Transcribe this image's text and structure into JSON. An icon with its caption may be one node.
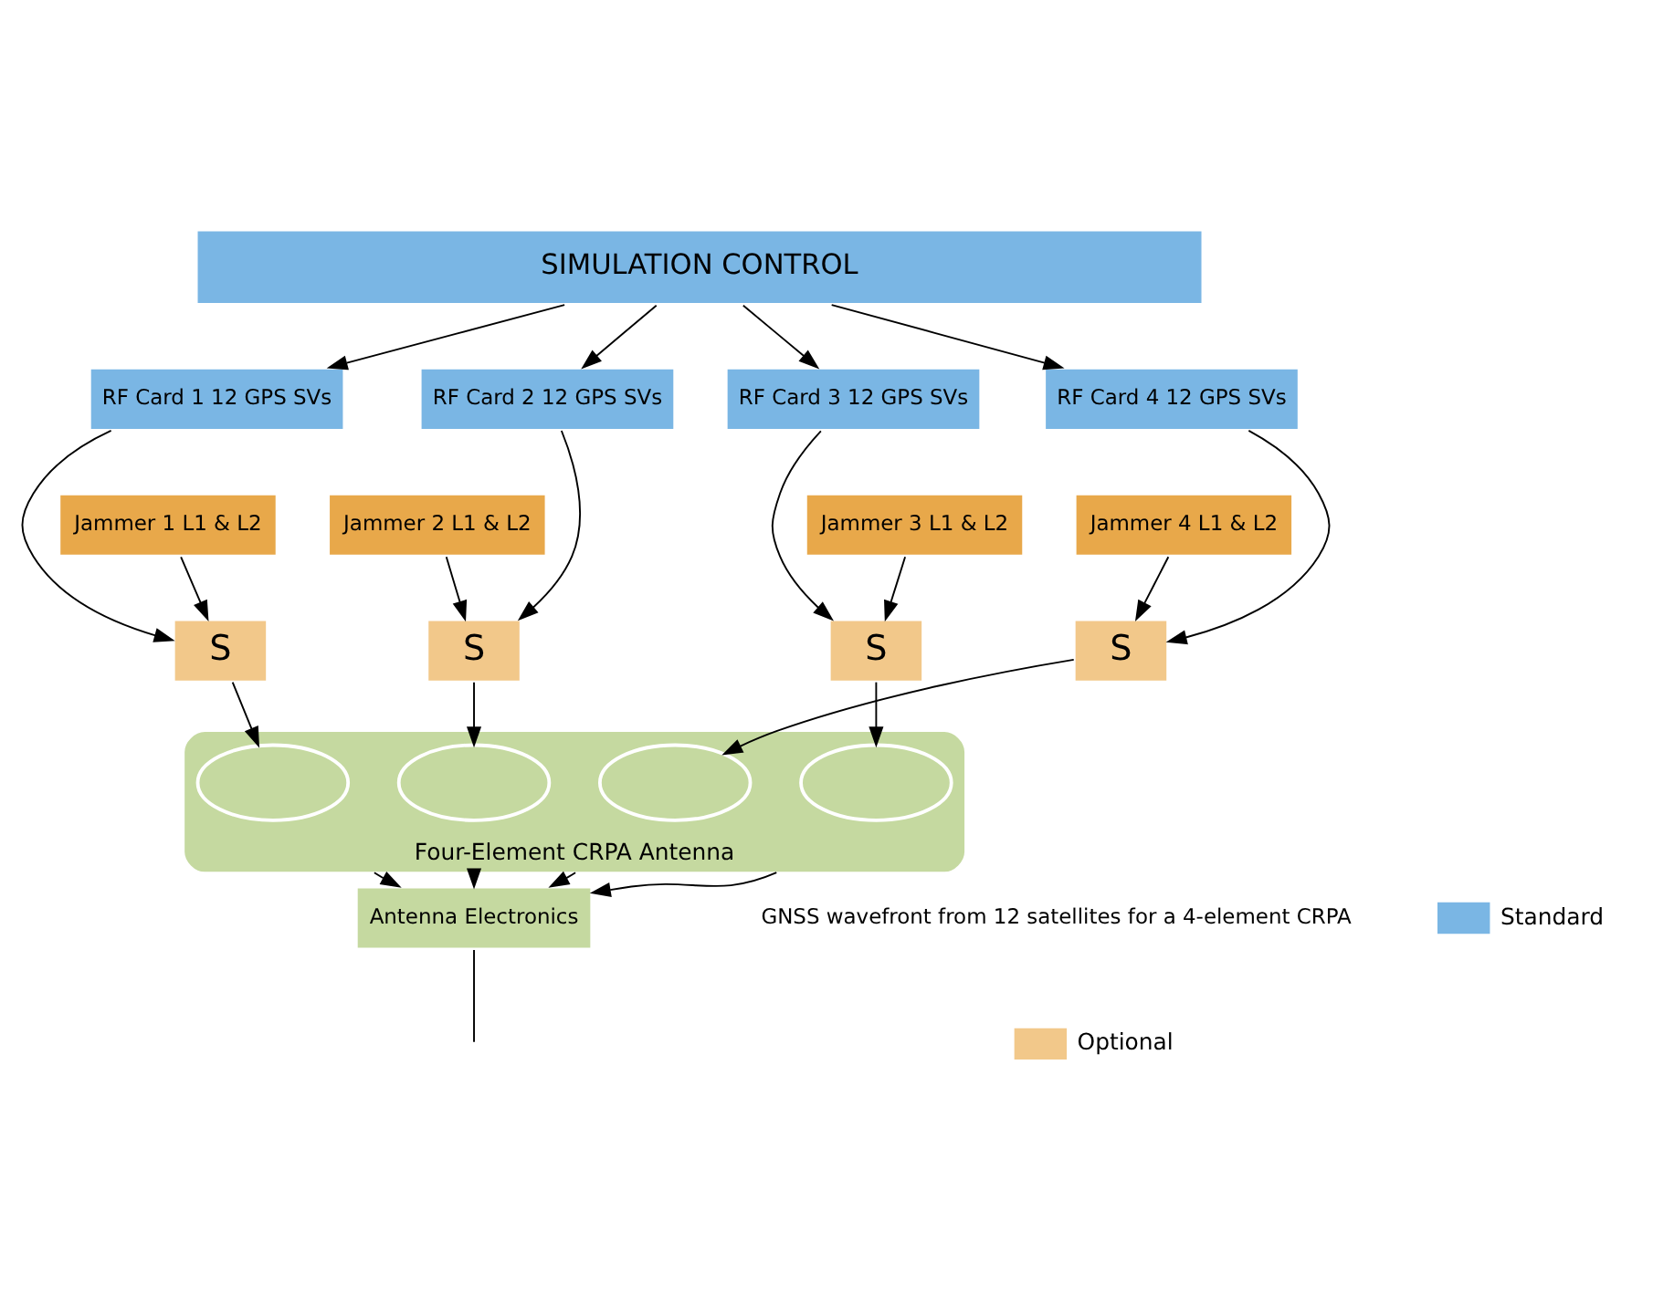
{
  "diagram": {
    "nodes": [
      {
        "text": [
          "SIMULATION CONTROL"
        ]
      },
      {
        "text": [
          "RF Card 1 12 GPS SVs"
        ]
      },
      {
        "text": [
          "RF Card 2 12 GPS SVs"
        ]
      },
      {
        "text": [
          "RF Card 3 12 GPS SVs"
        ]
      },
      {
        "text": [
          "RF Card 4 12 GPS SVs"
        ]
      },
      {
        "text": [
          "Jammer 1 L1 & L2"
        ]
      },
      {
        "text": [
          "Jammer 2 L1 & L2"
        ]
      },
      {
        "text": [
          "Jammer 3 L1 & L2"
        ]
      },
      {
        "text": [
          "Jammer 4 L1 & L2"
        ]
      },
      {
        "text": [
          "S"
        ]
      },
      {
        "text": [
          "S"
        ]
      },
      {
        "text": [
          "S"
        ]
      },
      {
        "text": [
          "S"
        ]
      },
      {
        "text": [
          "Four-Element CRPA Antenna"
        ]
      },
      {
        "text": [],
        "shape": "ellipse",
        "in": 13
      },
      {
        "text": [],
        "shape": "ellipse",
        "in": 13
      },
      {
        "text": [],
        "shape": "ellipse",
        "in": 13
      },
      {
        "text": [],
        "shape": "ellipse",
        "in": 13
      },
      {
        "text": [
          "Antenna Electronics"
        ]
      }
    ],
    "edges": [
      {
        "from": 0,
        "to": 1,
        "arrow": "to"
      },
      {
        "from": 0,
        "to": 2,
        "arrow": "to"
      },
      {
        "from": 0,
        "to": 3,
        "arrow": "to"
      },
      {
        "from": 0,
        "to": 4,
        "arrow": "to"
      },
      {
        "from": 1,
        "to": 9,
        "arrow": "to"
      },
      {
        "from": 5,
        "to": 9,
        "arrow": "to"
      },
      {
        "from": 2,
        "to": 10,
        "arrow": "to"
      },
      {
        "from": 6,
        "to": 10,
        "arrow": "to"
      },
      {
        "from": 3,
        "to": 11,
        "arrow": "to"
      },
      {
        "from": 7,
        "to": 11,
        "arrow": "to"
      },
      {
        "from": 4,
        "to": 12,
        "arrow": "to"
      },
      {
        "from": 8,
        "to": 12,
        "arrow": "to"
      },
      {
        "from": 9,
        "to": 14,
        "arrow": "to"
      },
      {
        "from": 10,
        "to": 15,
        "arrow": "to"
      },
      {
        "from": 11,
        "to": 17,
        "arrow": "to"
      },
      {
        "from": 12,
        "to": 16,
        "arrow": "to"
      },
      {
        "from": 13,
        "to": 18,
        "arrow": "to"
      },
      {
        "from": 13,
        "to": 18,
        "arrow": "to"
      },
      {
        "from": 13,
        "to": 18,
        "arrow": "to"
      },
      {
        "from": 13,
        "to": 18,
        "arrow": "to"
      },
      {
        "from": 18,
        "to": null,
        "arrow": "none"
      }
    ],
    "labels": [
      "GNSS wavefront from 12 satellites for a 4-element CRPA"
    ],
    "legend": [
      {
        "text": "Standard",
        "color": "#7ab6e4"
      },
      {
        "text": "Optional",
        "color": "#f2c88a"
      }
    ]
  }
}
